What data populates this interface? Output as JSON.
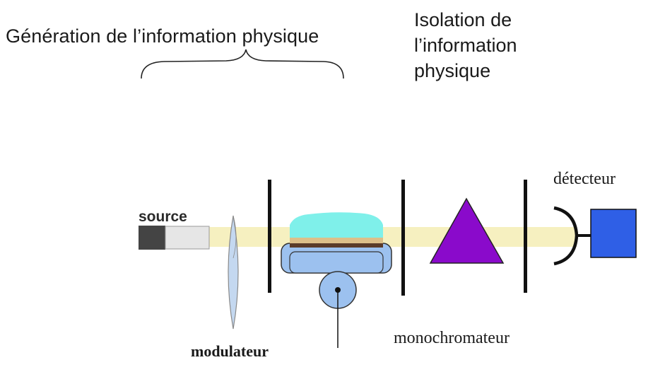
{
  "headings": {
    "generation": "Génération de l’information physique",
    "isolation_lines": [
      "Isolation de",
      "l’information",
      "physique"
    ]
  },
  "components": {
    "source": "source",
    "modulateur": "modulateur",
    "monochromateur": "monochromateur",
    "detecteur": "détecteur"
  },
  "colors": {
    "beam": "#f6f0c0",
    "prism": "#8a0acb",
    "detector": "#2f5fe6",
    "sample_top": "#7ff0ea",
    "sample_holder": "#9cc1ef",
    "lens": "#c4d8f0",
    "source_dark": "#444444",
    "source_light": "#e6e6e6"
  }
}
